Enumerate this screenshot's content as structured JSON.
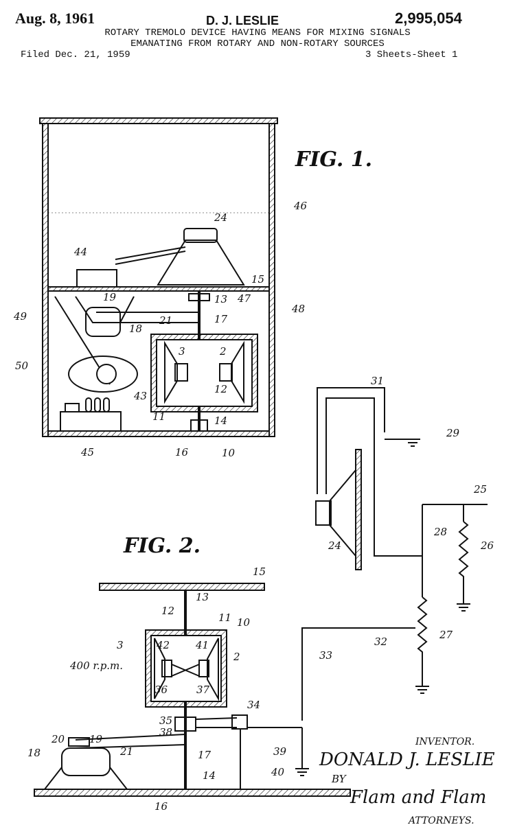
{
  "header": {
    "date": "Aug. 8, 1961",
    "inventor_name": "D. J. LESLIE",
    "patent_number": "2,995,054",
    "title_line1": "ROTARY TREMOLO DEVICE HAVING MEANS FOR MIXING SIGNALS",
    "title_line2": "EMANATING FROM ROTARY AND NON-ROTARY SOURCES",
    "filed": "Filed Dec. 21, 1959",
    "sheet": "3 Sheets-Sheet 1"
  },
  "figures": {
    "fig1_title": "FIG. 1.",
    "fig2_title": "FIG. 2.",
    "fig1_labels": [
      "46",
      "24",
      "44",
      "15",
      "47",
      "13",
      "19",
      "17",
      "21",
      "18",
      "48",
      "49",
      "3",
      "2",
      "50",
      "12",
      "43",
      "11",
      "14",
      "10",
      "45",
      "16"
    ],
    "fig2_labels": [
      "15",
      "13",
      "12",
      "11",
      "10",
      "3",
      "42",
      "41",
      "2",
      "36",
      "37",
      "35",
      "34",
      "38",
      "20",
      "19",
      "21",
      "17",
      "39",
      "18",
      "14",
      "40",
      "16"
    ],
    "speed_label": "400 r.p.m.",
    "circuit_labels": [
      "31",
      "29",
      "25",
      "28",
      "26",
      "24",
      "27",
      "32",
      "33"
    ]
  },
  "signature": {
    "inventor_caption": "INVENTOR.",
    "inventor": "DONALD J. LESLIE",
    "by": "BY",
    "attorneys_signature": "Flam and Flam",
    "attorneys_caption": "ATTORNEYS."
  }
}
